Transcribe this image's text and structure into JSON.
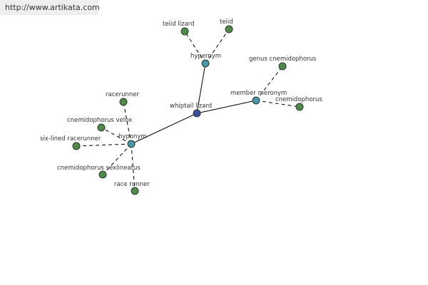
{
  "watermark": "http://www.artikata.com",
  "colors": {
    "center": "#3a4d9a",
    "relation": "#4a96a4",
    "leaf": "#4f8a4a",
    "edge": "#000000"
  },
  "nodes": [
    {
      "id": "whiptail",
      "label": "whiptail lizard",
      "kind": "center"
    },
    {
      "id": "hypernym",
      "label": "hypernym",
      "kind": "relation"
    },
    {
      "id": "teiid-lizard",
      "label": "teiid lizard",
      "kind": "leaf"
    },
    {
      "id": "teiid",
      "label": "teiid",
      "kind": "leaf"
    },
    {
      "id": "member-meronym",
      "label": "member meronym",
      "kind": "relation"
    },
    {
      "id": "genus-cnemidophorus",
      "label": "genus cnemidophorus",
      "kind": "leaf"
    },
    {
      "id": "cnemidophorus",
      "label": "cnemidophorus",
      "kind": "leaf"
    },
    {
      "id": "hyponym",
      "label": "hyponym",
      "kind": "relation"
    },
    {
      "id": "racerunner",
      "label": "racerunner",
      "kind": "leaf"
    },
    {
      "id": "cnemidophorus-velox",
      "label": "cnemidophorus velox",
      "kind": "leaf"
    },
    {
      "id": "six-lined-racerunner",
      "label": "six-lined racerunner",
      "kind": "leaf"
    },
    {
      "id": "cnemidophorus-sexlineatus",
      "label": "cnemidophorus sexlineatus",
      "kind": "leaf"
    },
    {
      "id": "race-runner",
      "label": "race runner",
      "kind": "leaf"
    }
  ],
  "edges": [
    {
      "from": "whiptail",
      "to": "hypernym",
      "style": "solid"
    },
    {
      "from": "whiptail",
      "to": "member-meronym",
      "style": "solid"
    },
    {
      "from": "whiptail",
      "to": "hyponym",
      "style": "solid"
    },
    {
      "from": "hypernym",
      "to": "teiid-lizard",
      "style": "dashed"
    },
    {
      "from": "hypernym",
      "to": "teiid",
      "style": "dashed"
    },
    {
      "from": "member-meronym",
      "to": "genus-cnemidophorus",
      "style": "dashed"
    },
    {
      "from": "member-meronym",
      "to": "cnemidophorus",
      "style": "dashed"
    },
    {
      "from": "hyponym",
      "to": "racerunner",
      "style": "dashed"
    },
    {
      "from": "hyponym",
      "to": "cnemidophorus-velox",
      "style": "dashed"
    },
    {
      "from": "hyponym",
      "to": "six-lined-racerunner",
      "style": "dashed"
    },
    {
      "from": "hyponym",
      "to": "cnemidophorus-sexlineatus",
      "style": "dashed"
    },
    {
      "from": "hyponym",
      "to": "race-runner",
      "style": "dashed"
    }
  ]
}
